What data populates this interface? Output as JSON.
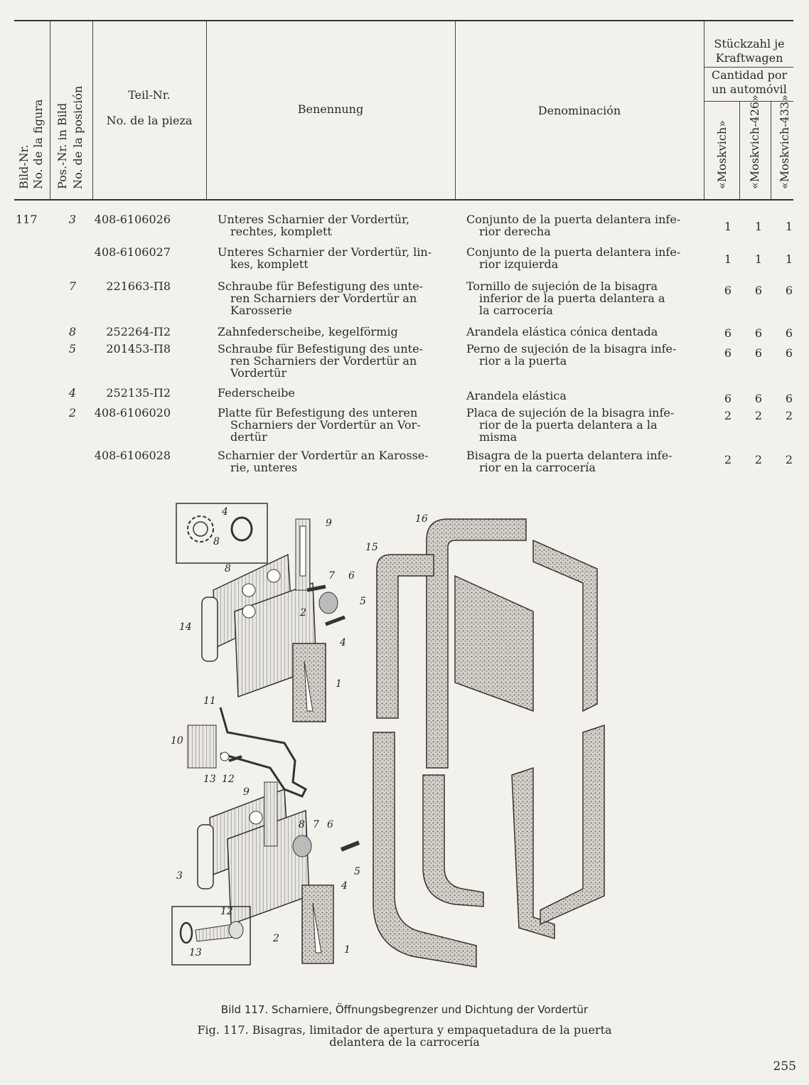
{
  "header": {
    "bild_nr": "Bild-Nr.",
    "no_figura": "No. de la figura",
    "pos_nr": "Pos.-Nr. in Bild",
    "no_posicion": "No. de la posición",
    "teil_nr": "Teil-Nr.",
    "no_pieza": "No. de la pieza",
    "benennung": "Benennung",
    "denominacion": "Denominación",
    "stueckzahl": "Stückzahl je Kraftwagen",
    "cantidad": "Cantidad por un automóvil",
    "m1": "«Moskvich»",
    "m2": "«Moskvich-426»",
    "m3": "«Moskvich-433»"
  },
  "rows": [
    {
      "fig": "117",
      "pos": "3",
      "no": "408-6106026",
      "de": "Unteres Scharnier der Vordertür,",
      "de2": "rechtes, komplett",
      "es": "Conjunto de la puerta delantera infe-",
      "es2": "rior derecha",
      "q1": "1",
      "q2": "1",
      "q3": "1"
    },
    {
      "fig": "",
      "pos": "",
      "no": "408-6106027",
      "de": "Unteres Scharnier der Vordertür, lin-",
      "de2": "kes, komplett",
      "es": "Conjunto de la puerta delantera infe-",
      "es2": "rior izquierda",
      "q1": "1",
      "q2": "1",
      "q3": "1"
    },
    {
      "fig": "",
      "pos": "7",
      "no": "221663-П8",
      "de": "Schraube für Befestigung des unte-",
      "de2": "ren Scharniers der Vordertür an",
      "de3": "Karosserie",
      "es": "Tornillo de sujeción de la bisagra",
      "es2": "inferior de la puerta delantera a",
      "es3": "la carrocería",
      "q1": "6",
      "q2": "6",
      "q3": "6"
    },
    {
      "fig": "",
      "pos": "8",
      "no": "252264-П2",
      "de": "Zahnfederscheibe, kegelförmig",
      "es": "Arandela elástica cónica dentada",
      "q1": "6",
      "q2": "6",
      "q3": "6"
    },
    {
      "fig": "",
      "pos": "5",
      "no": "201453-П8",
      "de": "Schraube für Befestigung des unte-",
      "de2": "ren Scharniers der Vordertür an",
      "de3": "Vordertür",
      "es": "Perno de sujeción de la bisagra infe-",
      "es2": "rior a la puerta",
      "q1": "6",
      "q2": "6",
      "q3": "6"
    },
    {
      "fig": "",
      "pos": "4",
      "no": "252135-П2",
      "de": "Federscheibe",
      "es": "Arandela elástica",
      "q1": "6",
      "q2": "6",
      "q3": "6"
    },
    {
      "fig": "",
      "pos": "2",
      "no": "408-6106020",
      "de": "Platte für Befestigung des unteren",
      "de2": "Scharniers der Vordertür an Vor-",
      "de3": "dertür",
      "es": "Placa de sujeción de la bisagra infe-",
      "es2": "rior de la puerta delantera a la",
      "es3": "misma",
      "q1": "2",
      "q2": "2",
      "q3": "2"
    },
    {
      "fig": "",
      "pos": "",
      "no": "408-6106028",
      "de": "Scharnier der Vordertür an Karosse-",
      "de2": "rie, unteres",
      "es": "Bisagra de la puerta delantera infe-",
      "es2": "rior en la carrocería",
      "q1": "2",
      "q2": "2",
      "q3": "2"
    }
  ],
  "illustration": {
    "callouts": [
      "4",
      "8",
      "9",
      "8",
      "7",
      "6",
      "5",
      "2",
      "14",
      "4",
      "1",
      "16",
      "15",
      "11",
      "10",
      "13",
      "12",
      "9",
      "8",
      "7",
      "6",
      "3",
      "4",
      "5",
      "12",
      "13",
      "2",
      "1"
    ]
  },
  "caption": {
    "de": "Bild 117. Scharniere, Öffnungsbegrenzer und Dichtung der Vordertür",
    "es": "Fig. 117. Bisagras, limitador de apertura y empaquetadura de la puerta",
    "es2": "delantera de la carrocería"
  },
  "page_number": "255"
}
